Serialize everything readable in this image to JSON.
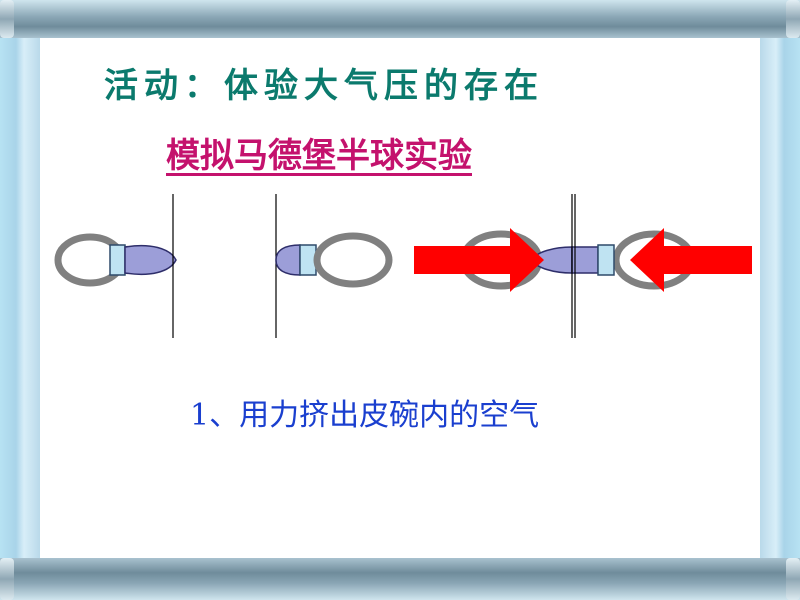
{
  "slide": {
    "title": "活动：体验大气压的存在",
    "subtitle": "模拟马德堡半球实验",
    "caption": "1、用力挤出皮碗内的空气"
  },
  "colors": {
    "title": "#0b7a6d",
    "subtitle": "#c4126d",
    "caption": "#1a3fcf",
    "arrow": "#ff0000",
    "ring": "#808080",
    "cup_body": "#9c9ed8",
    "cup_base": "#bfe3f2"
  }
}
